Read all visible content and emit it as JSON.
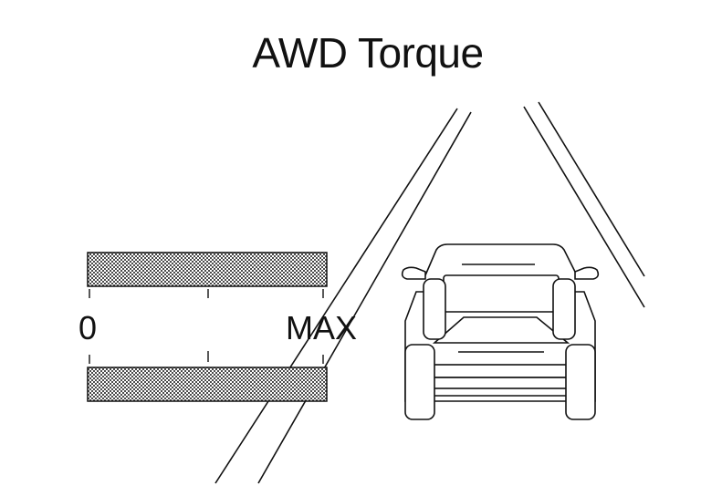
{
  "title": "AWD Torque",
  "gauge": {
    "min_label": "0",
    "max_label": "MAX"
  },
  "colors": {
    "line": "#111111",
    "background": "#ffffff",
    "bar_fill": "#b5b5b5"
  }
}
